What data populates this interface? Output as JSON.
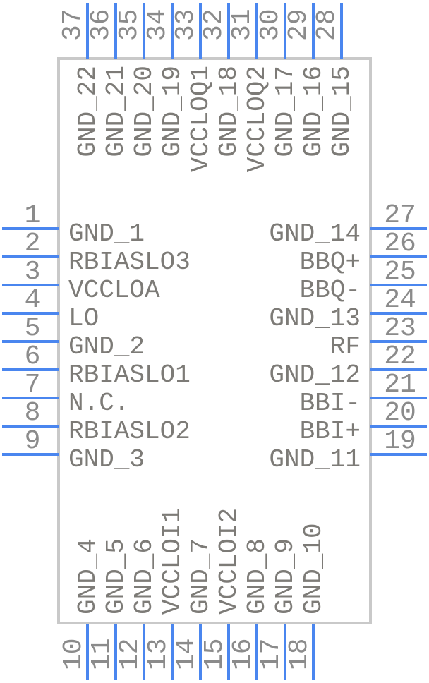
{
  "colors": {
    "pin_line": "#4a86ef",
    "component_outline": "#c9c9c9",
    "pin_number_text": "#8b8b8b",
    "pin_name_text": "#7d7b77",
    "background": "#ffffff"
  },
  "pins": {
    "left": [
      {
        "number": "1",
        "name": "GND_1"
      },
      {
        "number": "2",
        "name": "RBIASLO3"
      },
      {
        "number": "3",
        "name": "VCCLOA"
      },
      {
        "number": "4",
        "name": "LO"
      },
      {
        "number": "5",
        "name": "GND_2"
      },
      {
        "number": "6",
        "name": "RBIASLO1"
      },
      {
        "number": "7",
        "name": "N.C."
      },
      {
        "number": "8",
        "name": "RBIASLO2"
      },
      {
        "number": "9",
        "name": "GND_3"
      }
    ],
    "right": [
      {
        "number": "27",
        "name": "GND_14"
      },
      {
        "number": "26",
        "name": "BBQ+"
      },
      {
        "number": "25",
        "name": "BBQ-"
      },
      {
        "number": "24",
        "name": "GND_13"
      },
      {
        "number": "23",
        "name": "RF"
      },
      {
        "number": "22",
        "name": "GND_12"
      },
      {
        "number": "21",
        "name": "BBI-"
      },
      {
        "number": "20",
        "name": "BBI+"
      },
      {
        "number": "19",
        "name": "GND_11"
      }
    ],
    "top": [
      {
        "number": "37",
        "name": "GND_22"
      },
      {
        "number": "36",
        "name": "GND_21"
      },
      {
        "number": "35",
        "name": "GND_20"
      },
      {
        "number": "34",
        "name": "GND_19"
      },
      {
        "number": "33",
        "name": "VCCLOQ1"
      },
      {
        "number": "32",
        "name": "GND_18"
      },
      {
        "number": "31",
        "name": "VCCLOQ2"
      },
      {
        "number": "30",
        "name": "GND_17"
      },
      {
        "number": "29",
        "name": "GND_16"
      },
      {
        "number": "28",
        "name": "GND_15"
      }
    ],
    "bottom": [
      {
        "number": "10",
        "name": "GND_4"
      },
      {
        "number": "11",
        "name": "GND_5"
      },
      {
        "number": "12",
        "name": "GND_6"
      },
      {
        "number": "13",
        "name": "VCCLOI1"
      },
      {
        "number": "14",
        "name": "GND_7"
      },
      {
        "number": "15",
        "name": "VCCLOI2"
      },
      {
        "number": "16",
        "name": "GND_8"
      },
      {
        "number": "17",
        "name": "GND_9"
      },
      {
        "number": "18",
        "name": "GND_10"
      }
    ]
  }
}
